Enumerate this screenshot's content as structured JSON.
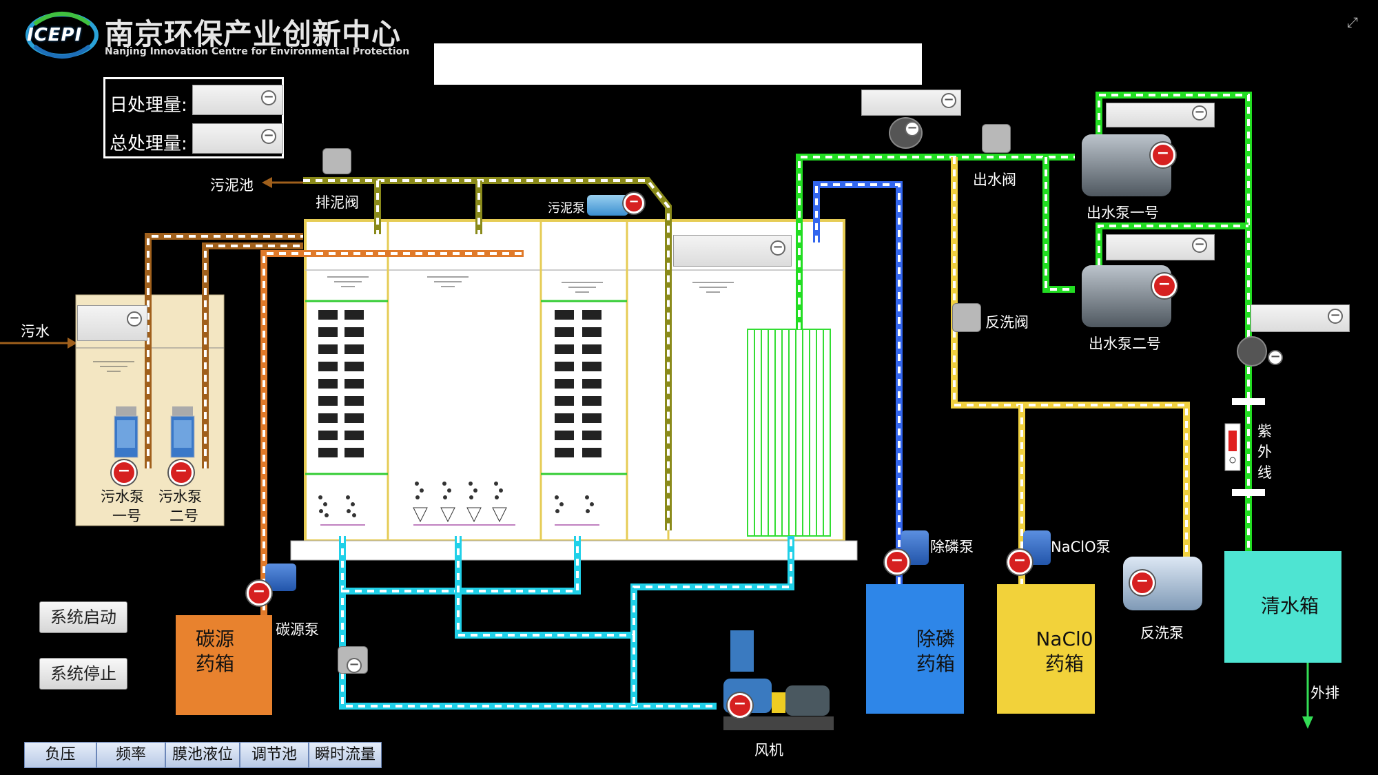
{
  "header": {
    "brand": "ICEPI",
    "title_cn": "南京环保产业创新中心",
    "title_en": "Nanjing Innovation Centre for Environmental Protection"
  },
  "totals": {
    "daily_label": "日处理量:",
    "total_label": "总处理量:"
  },
  "labels": {
    "sewage_in": "污水",
    "sludge_tank": "污泥池",
    "sludge_valve": "排泥阀",
    "sludge_pump": "污泥泵",
    "sewage_pump1_a": "污水泵",
    "sewage_pump1_b": "一号",
    "sewage_pump2_a": "污水泵",
    "sewage_pump2_b": "二号",
    "carbon_pump": "碳源泵",
    "outlet_valve": "出水阀",
    "outlet_pump1": "出水泵一号",
    "outlet_pump2": "出水泵二号",
    "backwash_valve": "反洗阀",
    "phos_pump": "除磷泵",
    "naclo_pump": "NaClO泵",
    "backwash_pump": "反洗泵",
    "blower": "风机",
    "uv_1": "紫",
    "uv_2": "外",
    "uv_3": "线",
    "discharge": "外排"
  },
  "tanks": {
    "carbon_1": "碳源",
    "carbon_2": "药箱",
    "phos_1": "除磷",
    "phos_2": "药箱",
    "naclo_1": "NaCl0",
    "naclo_2": "药箱",
    "clear": "清水箱"
  },
  "buttons": {
    "start": "系统启动",
    "stop": "系统停止"
  },
  "tabs": [
    "负压",
    "频率",
    "膜池液位",
    "调节池",
    "瞬时流量"
  ],
  "colors": {
    "brown_pipe": "#a0601c",
    "orange_pipe": "#e07a2a",
    "olive_pipe": "#8a8a1a",
    "cyan_pipe": "#20d0e8",
    "green_pipe": "#22dd22",
    "blue_pipe": "#3366ee",
    "yellow_pipe": "#f0d040",
    "carbon_tank": "#e8822e",
    "phos_tank": "#2e86e8",
    "naclo_tank": "#f2d23a",
    "clear_tank": "#4ee4d2",
    "alarm_red": "#d62020"
  }
}
